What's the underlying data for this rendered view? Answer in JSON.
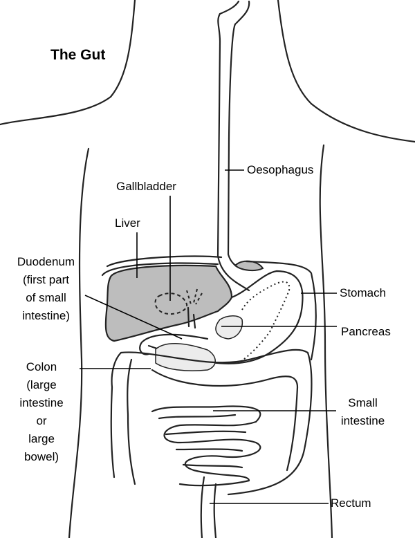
{
  "title": "The Gut",
  "labels": {
    "oesophagus": "Oesophagus",
    "gallbladder": "Gallbladder",
    "liver": "Liver",
    "duodenum": [
      "Duodenum",
      "(first part",
      "of small",
      "intestine)"
    ],
    "stomach": "Stomach",
    "pancreas": "Pancreas",
    "colon": [
      "Colon",
      "(large",
      "intestine",
      "or",
      "large",
      "bowel)"
    ],
    "small_intestine": [
      "Small",
      "intestine"
    ],
    "rectum": "Rectum"
  },
  "colors": {
    "liver": "#bdbdbd",
    "pancreas": "#ececec",
    "outline": "#222222"
  }
}
